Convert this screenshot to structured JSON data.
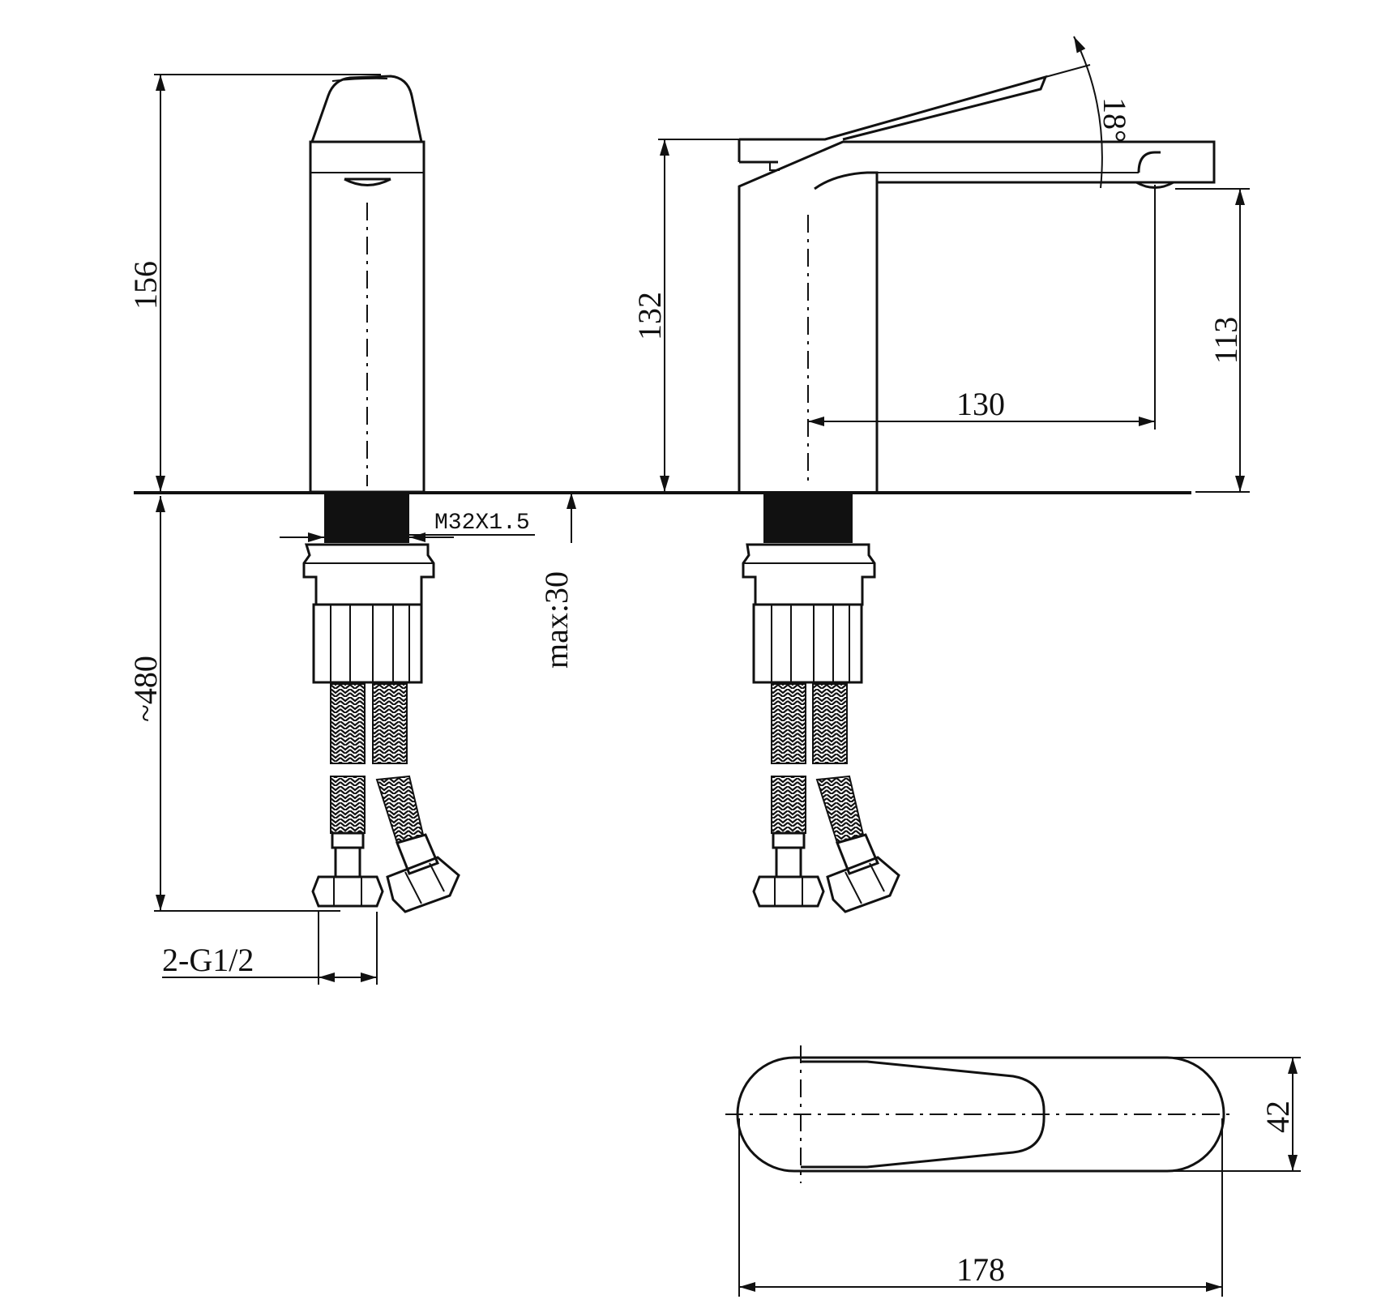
{
  "dimensions": {
    "total_height": "156",
    "body_height": "132",
    "spout_height": "113",
    "spout_reach": "130",
    "handle_angle": "18°",
    "thread": "M32X1.5",
    "max_deck": "max:30",
    "hose_length": "~480",
    "hose_connection": "2-G1/2",
    "top_length": "178",
    "top_width": "42"
  },
  "colors": {
    "line": "#111111",
    "background": "#ffffff"
  }
}
